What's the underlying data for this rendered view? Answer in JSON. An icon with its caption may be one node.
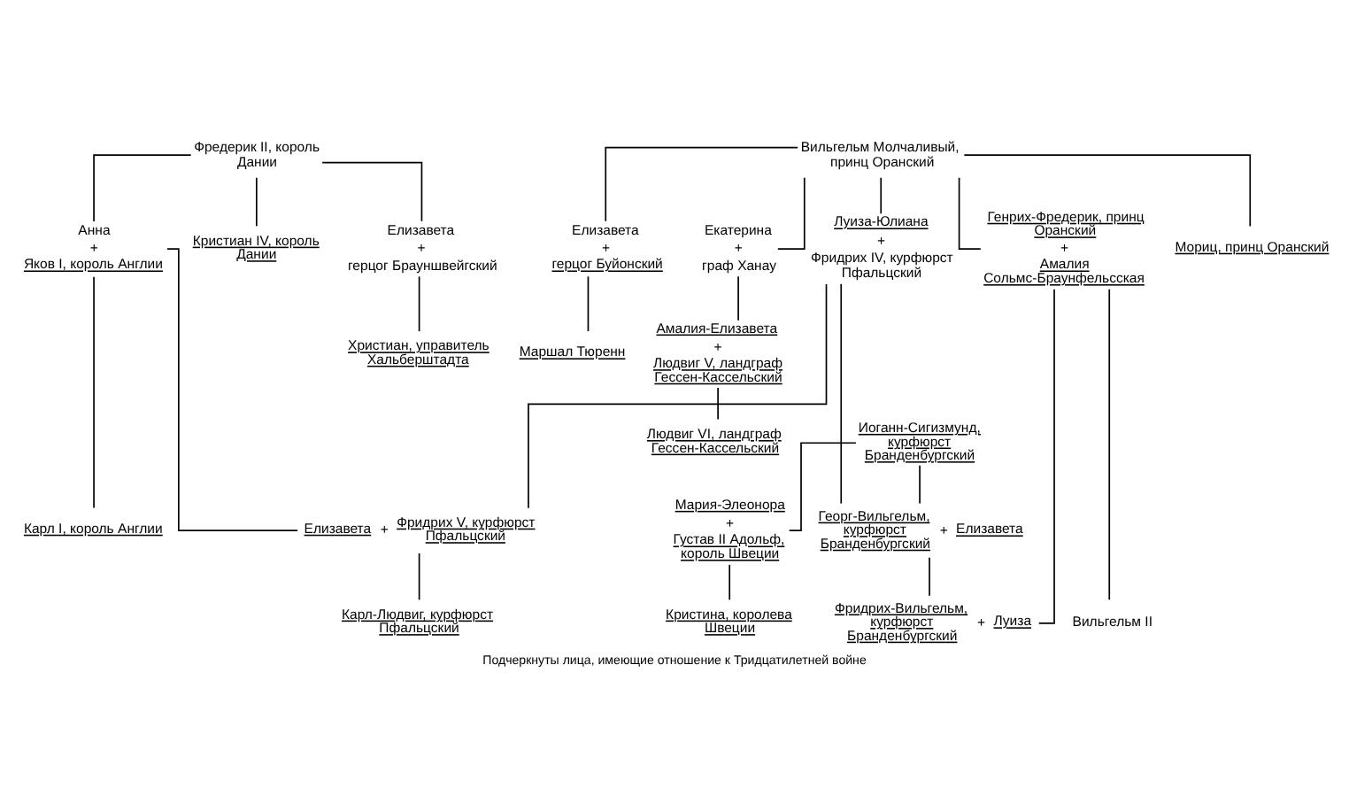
{
  "diagram": {
    "caption": "Подчеркнуты лица, имеющие отношение к Тридцатилетней войне",
    "nodes": [
      {
        "text": [
          "Фредерик II, король Дании"
        ]
      },
      {
        "text": [
          "Кристиан IV, король Дании"
        ]
      },
      {
        "text": [
          "Елизавета",
          "+",
          "герцог Брауншвейгский"
        ]
      },
      {
        "text": [
          "Христиан, управитель Хальберштадта"
        ]
      },
      {
        "text": [
          "Анна",
          "+",
          "Яков I, король Англии"
        ]
      },
      {
        "text": [
          "Вильгельм Молчаливый, принц Оранский"
        ]
      },
      {
        "text": [
          "Мориц, принц Оранский"
        ]
      },
      {
        "text": [
          "Луиза-Юлиана",
          "+",
          "Фридрих IV, курфюрст Пфальцский"
        ]
      },
      {
        "text": [
          "Елизавета",
          "+",
          "герцог Буйонский"
        ]
      },
      {
        "text": [
          "Маршал Тюренн"
        ]
      },
      {
        "text": [
          "Екатерина",
          "+",
          "граф Ханау"
        ]
      },
      {
        "text": [
          "Амалия-Елизавета",
          "+",
          "Людвиг V, ландграф Гессен-Кассельский"
        ]
      },
      {
        "text": [
          "Людвиг VI, ландграф Гессен-Кассельский"
        ]
      },
      {
        "text": [
          "Генрих-Фредерик, принц Оранский",
          "+",
          "Амалия Сольмс-Браунфельсская"
        ]
      },
      {
        "text": [
          "Карл I, король Англии"
        ]
      },
      {
        "text": [
          "Елизавета",
          "+",
          "Фридрих V, курфюрст Пфальцский"
        ]
      },
      {
        "text": [
          "Иоганн-Сигизмунд, курфюрст Бранденбургский"
        ]
      },
      {
        "text": [
          "Мария-Элеонора",
          "+",
          "Густав II Адольф, король Швеции"
        ]
      },
      {
        "text": [
          "Георг-Вильгельм, курфюрст Бранденбургский",
          "+",
          "Елизавета"
        ]
      },
      {
        "text": [
          "Карл-Людвиг, курфюрст Пфальцский"
        ]
      },
      {
        "text": [
          "Кристина, королева Швеции"
        ]
      },
      {
        "text": [
          "Фридрих-Вильгельм, курфюрст Бранденбургский",
          "+",
          "Луиза"
        ]
      },
      {
        "text": [
          "Вильгельм II"
        ]
      }
    ],
    "edges": [
      {
        "from": 0,
        "to": 1,
        "arrow": "none"
      },
      {
        "from": 0,
        "to": 2,
        "arrow": "none"
      },
      {
        "from": 0,
        "to": 4,
        "arrow": "none"
      },
      {
        "from": 2,
        "to": 3,
        "arrow": "none"
      },
      {
        "from": 5,
        "to": 6,
        "arrow": "none"
      },
      {
        "from": 5,
        "to": 7,
        "arrow": "none"
      },
      {
        "from": 5,
        "to": 8,
        "arrow": "none"
      },
      {
        "from": 5,
        "to": 10,
        "arrow": "none"
      },
      {
        "from": 5,
        "to": 13,
        "arrow": "none"
      },
      {
        "from": 8,
        "to": 9,
        "arrow": "none"
      },
      {
        "from": 10,
        "to": 11,
        "arrow": "none"
      },
      {
        "from": 11,
        "to": 12,
        "arrow": "none"
      },
      {
        "from": 4,
        "to": 14,
        "arrow": "none"
      },
      {
        "from": 4,
        "to": 15,
        "arrow": "none"
      },
      {
        "from": 7,
        "to": 15,
        "arrow": "none"
      },
      {
        "from": 7,
        "to": 18,
        "arrow": "none"
      },
      {
        "from": 16,
        "to": 17,
        "arrow": "none"
      },
      {
        "from": 16,
        "to": 18,
        "arrow": "none"
      },
      {
        "from": 15,
        "to": 19,
        "arrow": "none"
      },
      {
        "from": 17,
        "to": 20,
        "arrow": "none"
      },
      {
        "from": 18,
        "to": 21,
        "arrow": "none"
      },
      {
        "from": 13,
        "to": 21,
        "arrow": "none"
      },
      {
        "from": 13,
        "to": 22,
        "arrow": "none"
      }
    ]
  }
}
